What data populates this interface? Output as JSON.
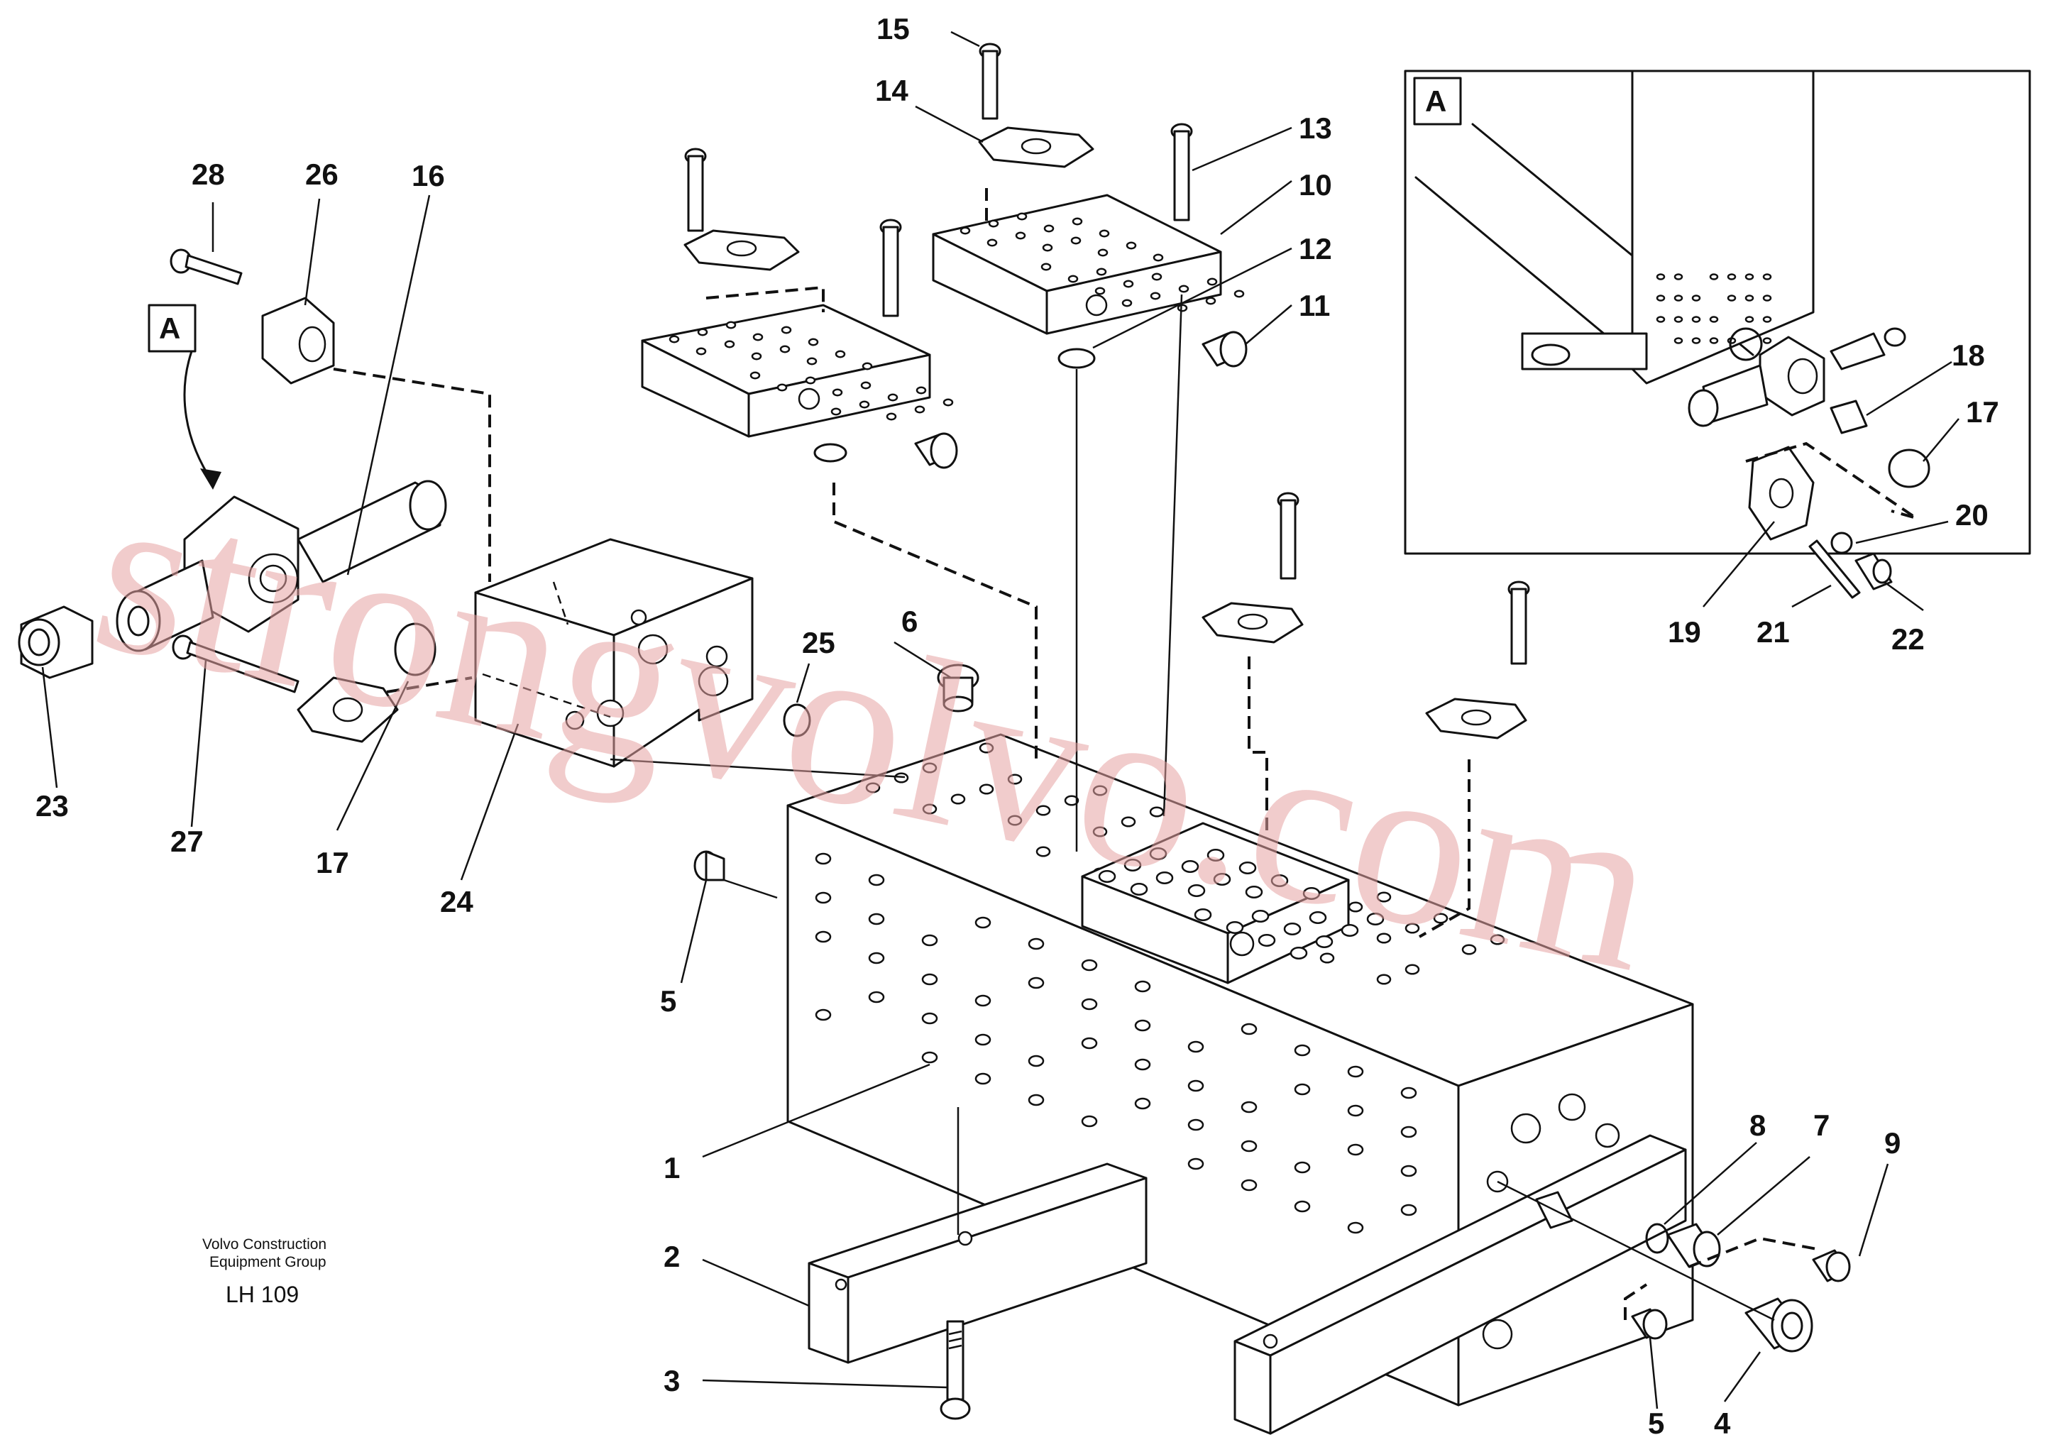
{
  "callouts": [
    {
      "id": "c1",
      "text": "1"
    },
    {
      "id": "c2",
      "text": "2"
    },
    {
      "id": "c3",
      "text": "3"
    },
    {
      "id": "c4",
      "text": "4"
    },
    {
      "id": "c5a",
      "text": "5"
    },
    {
      "id": "c5b",
      "text": "5"
    },
    {
      "id": "c6",
      "text": "6"
    },
    {
      "id": "c7",
      "text": "7"
    },
    {
      "id": "c8",
      "text": "8"
    },
    {
      "id": "c9",
      "text": "9"
    },
    {
      "id": "c10",
      "text": "10"
    },
    {
      "id": "c11",
      "text": "11"
    },
    {
      "id": "c12",
      "text": "12"
    },
    {
      "id": "c13",
      "text": "13"
    },
    {
      "id": "c14",
      "text": "14"
    },
    {
      "id": "c15",
      "text": "15"
    },
    {
      "id": "c16",
      "text": "16"
    },
    {
      "id": "c17a",
      "text": "17"
    },
    {
      "id": "c17b",
      "text": "17"
    },
    {
      "id": "c18",
      "text": "18"
    },
    {
      "id": "c19",
      "text": "19"
    },
    {
      "id": "c20",
      "text": "20"
    },
    {
      "id": "c21",
      "text": "21"
    },
    {
      "id": "c22",
      "text": "22"
    },
    {
      "id": "c23",
      "text": "23"
    },
    {
      "id": "c24",
      "text": "24"
    },
    {
      "id": "c25",
      "text": "25"
    },
    {
      "id": "c26",
      "text": "26"
    },
    {
      "id": "c27",
      "text": "27"
    },
    {
      "id": "c28",
      "text": "28"
    }
  ],
  "detail_label": "A",
  "view_label": "A",
  "caption": {
    "line1": "Volvo Construction",
    "line2": "Equipment Group"
  },
  "sheet_id": "LH 109",
  "watermark": "strongvolvo.com",
  "colors": {
    "ink": "#111111",
    "watermark": "#e6a3a3"
  }
}
